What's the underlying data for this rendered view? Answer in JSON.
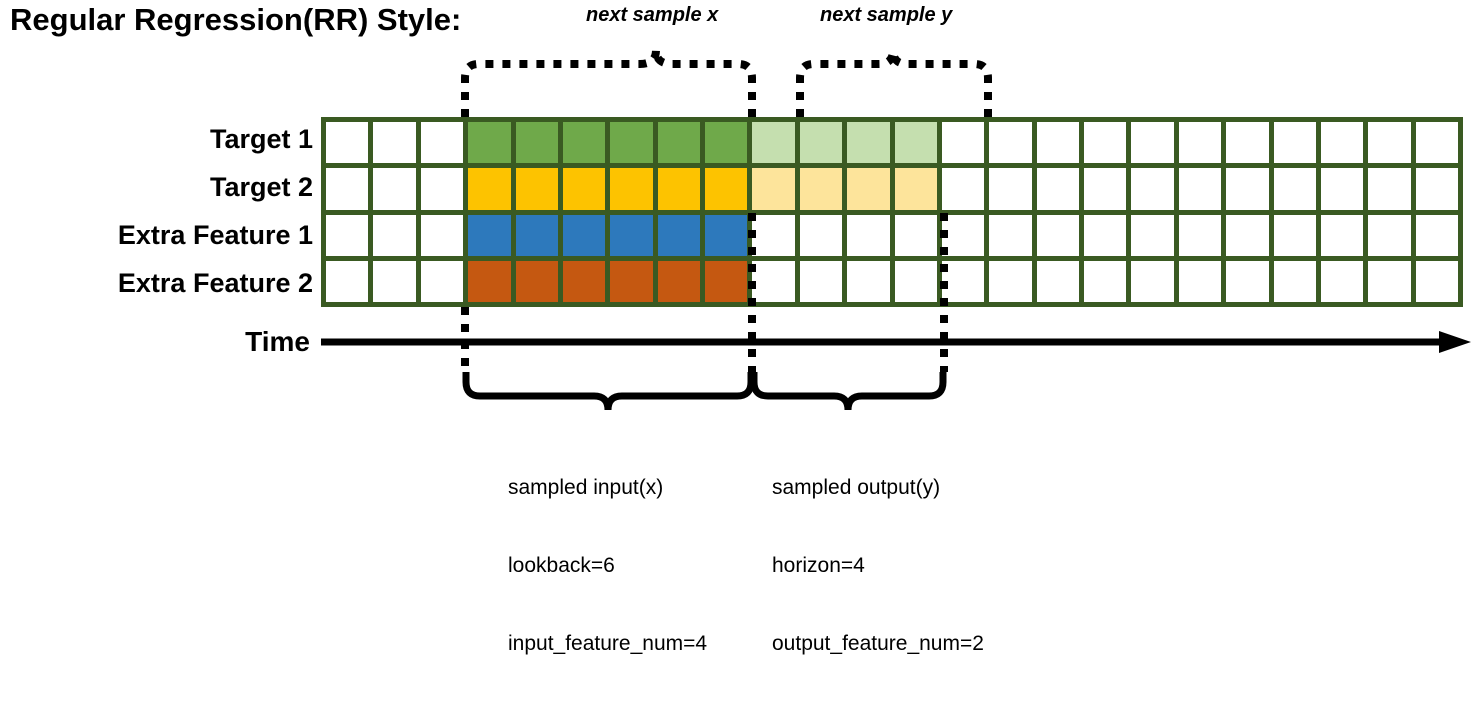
{
  "title": "Regular Regression(RR) Style:",
  "row_labels": [
    "Target 1",
    "Target 2",
    "Extra Feature 1",
    "Extra Feature 2"
  ],
  "axis": {
    "label": "Time",
    "arrow": "right-arrow-icon"
  },
  "top_braces": [
    {
      "label": "next sample x"
    },
    {
      "label": "next sample y"
    }
  ],
  "bottom_braces": [
    {
      "line1": "sampled input(x)",
      "line2": "lookback=6",
      "line3": "input_feature_num=4"
    },
    {
      "line1": "sampled output(y)",
      "line2": "horizon=4",
      "line3": "output_feature_num=2"
    }
  ],
  "colors": {
    "grid_border": "#3A5A22",
    "empty": "#FFFFFF",
    "target1": "#6FA94A",
    "target2": "#FDC300",
    "extra1": "#2D79BC",
    "extra2": "#C55811",
    "target1_light": "#C5DFAF",
    "target2_light": "#FDE49B",
    "ink": "#000000"
  },
  "chart_data": {
    "type": "heatmap",
    "title": "Regular Regression(RR) Style:",
    "columns": 24,
    "rows": 4,
    "row_names": [
      "Target 1",
      "Target 2",
      "Extra Feature 1",
      "Extra Feature 2"
    ],
    "lookback": 6,
    "horizon": 4,
    "input_feature_num": 4,
    "output_feature_num": 2,
    "input_window_start_col": 3,
    "input_window_end_col": 9,
    "output_window_start_col": 9,
    "output_window_end_col": 13,
    "cell_fill": [
      [
        "empty",
        "empty",
        "empty",
        "target1",
        "target1",
        "target1",
        "target1",
        "target1",
        "target1",
        "target1_light",
        "target1_light",
        "target1_light",
        "target1_light",
        "empty",
        "empty",
        "empty",
        "empty",
        "empty",
        "empty",
        "empty",
        "empty",
        "empty",
        "empty",
        "empty"
      ],
      [
        "empty",
        "empty",
        "empty",
        "target2",
        "target2",
        "target2",
        "target2",
        "target2",
        "target2",
        "target2_light",
        "target2_light",
        "target2_light",
        "target2_light",
        "empty",
        "empty",
        "empty",
        "empty",
        "empty",
        "empty",
        "empty",
        "empty",
        "empty",
        "empty",
        "empty"
      ],
      [
        "empty",
        "empty",
        "empty",
        "extra1",
        "extra1",
        "extra1",
        "extra1",
        "extra1",
        "extra1",
        "empty",
        "empty",
        "empty",
        "empty",
        "empty",
        "empty",
        "empty",
        "empty",
        "empty",
        "empty",
        "empty",
        "empty",
        "empty",
        "empty",
        "empty"
      ],
      [
        "empty",
        "empty",
        "empty",
        "extra2",
        "extra2",
        "extra2",
        "extra2",
        "extra2",
        "extra2",
        "empty",
        "empty",
        "empty",
        "empty",
        "empty",
        "empty",
        "empty",
        "empty",
        "empty",
        "empty",
        "empty",
        "empty",
        "empty",
        "empty",
        "empty"
      ]
    ],
    "xlabel": "Time",
    "ylabel": "",
    "grid": true,
    "legend": "none"
  }
}
